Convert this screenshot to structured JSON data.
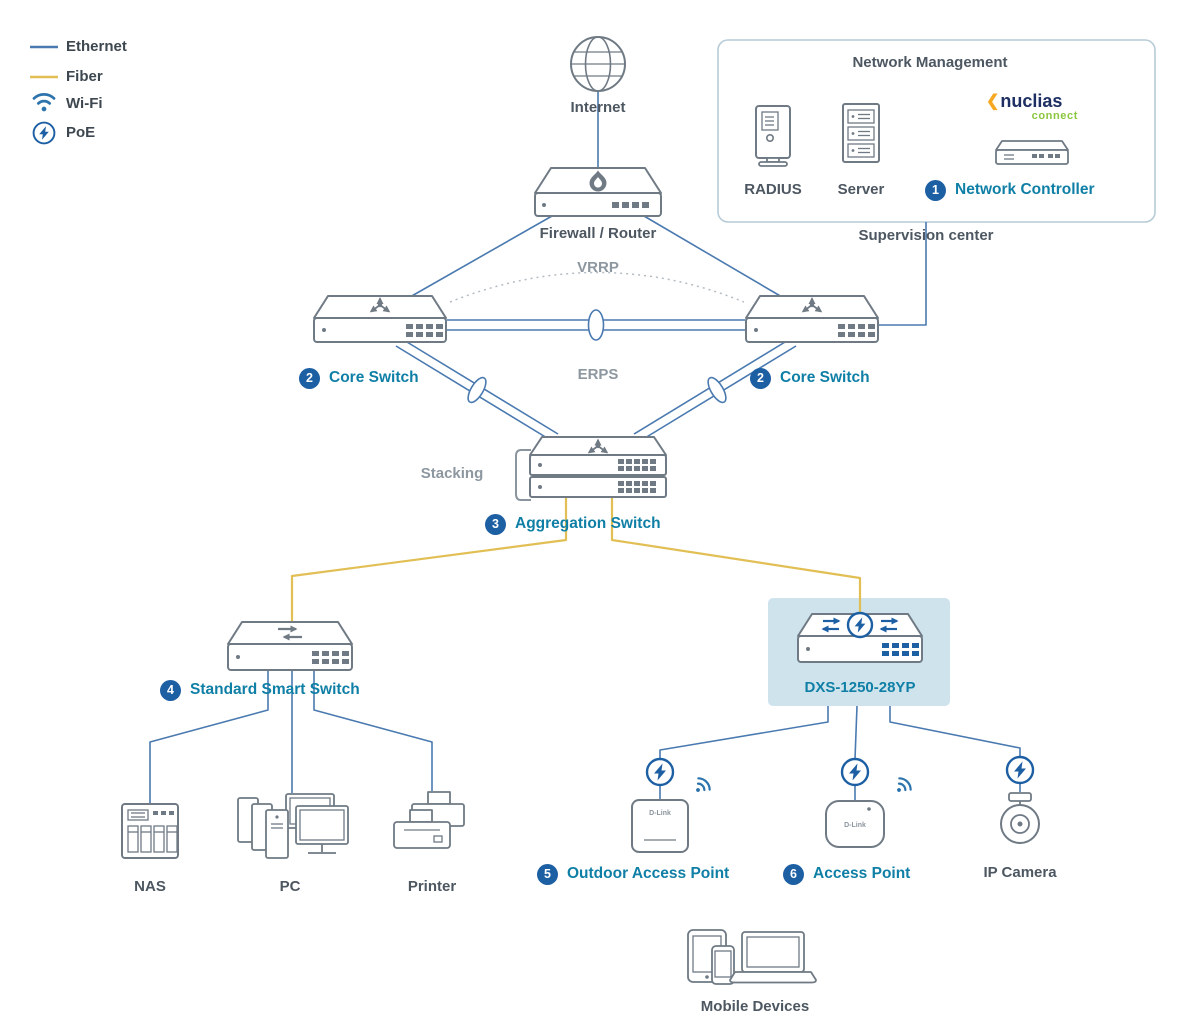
{
  "legend": {
    "ethernet": "Ethernet",
    "fiber": "Fiber",
    "wifi": "Wi-Fi",
    "poe": "PoE"
  },
  "annotations": {
    "vrrp": "VRRP",
    "erps": "ERPS",
    "stacking": "Stacking"
  },
  "nodes": {
    "internet": {
      "label": "Internet"
    },
    "firewall": {
      "label": "Firewall / Router"
    },
    "management": {
      "title": "Network Management",
      "radius": "RADIUS",
      "server": "Server",
      "controller_badge": "1",
      "controller_label": "Network Controller",
      "brand_mark": "❮",
      "brand_name": "nuclias",
      "brand_sub": "connect"
    },
    "supervision": {
      "label": "Supervision center"
    },
    "core_left": {
      "badge": "2",
      "label": "Core Switch"
    },
    "core_right": {
      "badge": "2",
      "label": "Core Switch"
    },
    "aggregation": {
      "badge": "3",
      "label": "Aggregation Switch"
    },
    "smart_switch": {
      "badge": "4",
      "label": "Standard Smart Switch"
    },
    "dxs": {
      "label": "DXS-1250-28YP"
    },
    "nas": {
      "label": "NAS"
    },
    "pc": {
      "label": "PC"
    },
    "printer": {
      "label": "Printer"
    },
    "outdoor_ap": {
      "badge": "5",
      "label": "Outdoor Access Point",
      "brand": "D-Link"
    },
    "access_point": {
      "badge": "6",
      "label": "Access Point",
      "brand": "D-Link"
    },
    "ip_camera": {
      "label": "IP Camera"
    },
    "mobile": {
      "label": "Mobile Devices"
    }
  },
  "colors": {
    "ethernet": "#4a7ab0",
    "fiber": "#e2bf55",
    "accent_blue": "#1d5fa3",
    "label_teal": "#0f7fa6",
    "device_gray": "#6f7a84",
    "highlight": "#cfe3ec"
  }
}
